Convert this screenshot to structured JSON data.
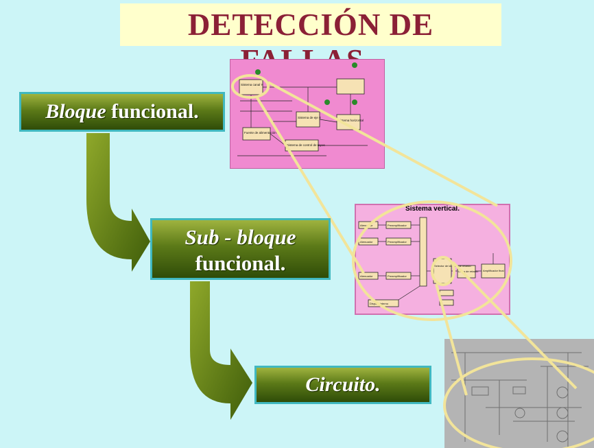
{
  "slide": {
    "title": "DETECCIÓN DE FALLAS..",
    "colors": {
      "background": "#ccf5f7",
      "title_text": "#8b2036",
      "title_band": "#ffffcc",
      "box_border": "#40b8c0",
      "arrow_green": "#6a8a1c",
      "zoom_lines": "#f2e49a",
      "panel_pink": "#f08ad0",
      "panel_gray": "#b4b4b4"
    }
  },
  "levels": [
    {
      "italic": "Bloque",
      "rest": "funcional."
    },
    {
      "italic": "Sub - bloque",
      "rest": "funcional."
    },
    {
      "italic": "Circuito.",
      "rest": ""
    }
  ],
  "panels": {
    "block_diagram": {
      "blocks": [
        "Sistema canal Y",
        "Sistema de eje X",
        "Sistema horizontal",
        "Fuente de alimentación",
        "Sistema de control de rayos"
      ]
    },
    "vertical_system": {
      "title": "Sistema vertical.",
      "blocks": [
        "Atenuador",
        "Preamplificador",
        "Atenuador",
        "Preamplificador",
        "Atenuador",
        "Preamplificador",
        "Selector de la línea de retardo",
        "Línea de retardo",
        "Amplificador final",
        "Disparo interno"
      ]
    },
    "circuit": {
      "icon": "circuit-schematic-icon"
    }
  }
}
